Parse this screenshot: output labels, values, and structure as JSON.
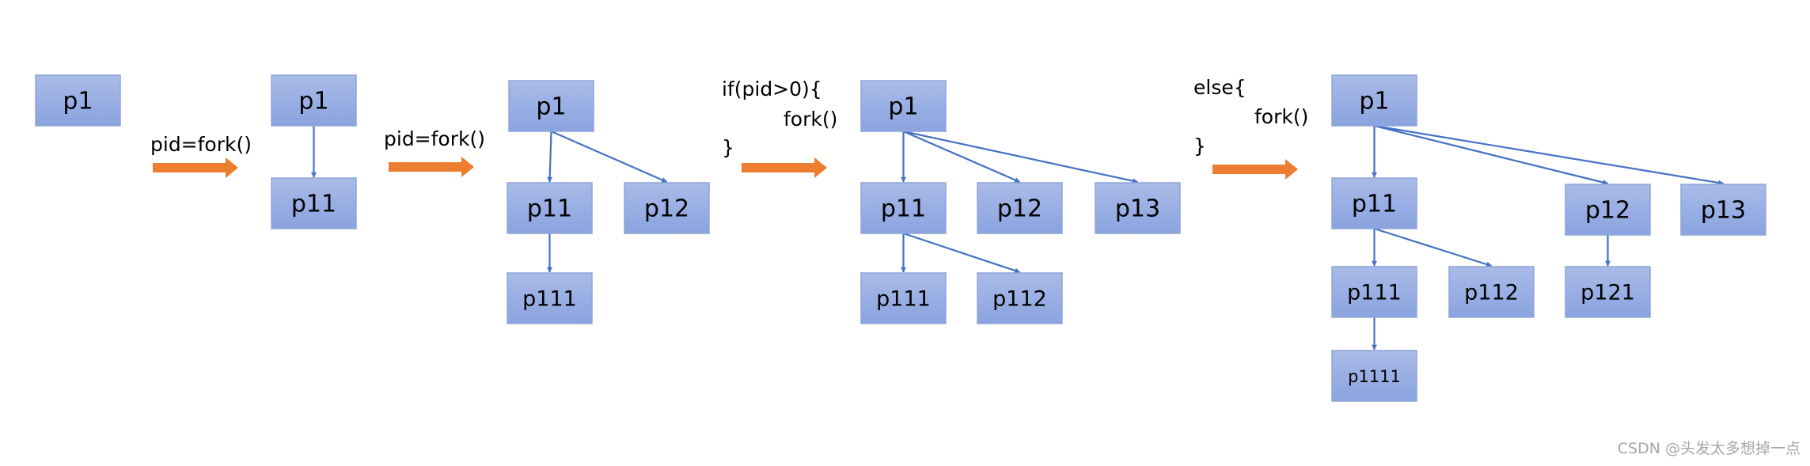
{
  "colors": {
    "box_top": "#a9bbe8",
    "box_bottom": "#8aa3df",
    "box_border": "#8fa6d8",
    "edge": "#4472c4",
    "step_arrow": "#ed7d31"
  },
  "step_labels": {
    "s1": "pid=fork()",
    "s2": "pid=fork()",
    "s3_line1": "if(pid>0){",
    "s3_line2": "fork()",
    "s3_line3": "}",
    "s4_line1": "else{",
    "s4_line2": "fork()",
    "s4_line3": "}"
  },
  "stages": [
    {
      "nodes": [
        {
          "id": "a_p1",
          "label": "p1"
        }
      ],
      "edges": []
    },
    {
      "nodes": [
        {
          "id": "b_p1",
          "label": "p1"
        },
        {
          "id": "b_p11",
          "label": "p11"
        }
      ],
      "edges": [
        [
          "b_p1",
          "b_p11"
        ]
      ]
    },
    {
      "nodes": [
        {
          "id": "c_p1",
          "label": "p1"
        },
        {
          "id": "c_p11",
          "label": "p11"
        },
        {
          "id": "c_p12",
          "label": "p12"
        },
        {
          "id": "c_p111",
          "label": "p111"
        }
      ],
      "edges": [
        [
          "c_p1",
          "c_p11"
        ],
        [
          "c_p1",
          "c_p12"
        ],
        [
          "c_p11",
          "c_p111"
        ]
      ]
    },
    {
      "nodes": [
        {
          "id": "d_p1",
          "label": "p1"
        },
        {
          "id": "d_p11",
          "label": "p11"
        },
        {
          "id": "d_p12",
          "label": "p12"
        },
        {
          "id": "d_p13",
          "label": "p13"
        },
        {
          "id": "d_p111",
          "label": "p111"
        },
        {
          "id": "d_p112",
          "label": "p112"
        }
      ],
      "edges": [
        [
          "d_p1",
          "d_p11"
        ],
        [
          "d_p1",
          "d_p12"
        ],
        [
          "d_p1",
          "d_p13"
        ],
        [
          "d_p11",
          "d_p111"
        ],
        [
          "d_p11",
          "d_p112"
        ]
      ]
    },
    {
      "nodes": [
        {
          "id": "e_p1",
          "label": "p1"
        },
        {
          "id": "e_p11",
          "label": "p11"
        },
        {
          "id": "e_p12",
          "label": "p12"
        },
        {
          "id": "e_p13",
          "label": "p13"
        },
        {
          "id": "e_p111",
          "label": "p111"
        },
        {
          "id": "e_p112",
          "label": "p112"
        },
        {
          "id": "e_p121",
          "label": "p121"
        },
        {
          "id": "e_p1111",
          "label": "p1111"
        }
      ],
      "edges": [
        [
          "e_p1",
          "e_p11"
        ],
        [
          "e_p1",
          "e_p12"
        ],
        [
          "e_p1",
          "e_p13"
        ],
        [
          "e_p11",
          "e_p111"
        ],
        [
          "e_p11",
          "e_p112"
        ],
        [
          "e_p12",
          "e_p121"
        ],
        [
          "e_p111",
          "e_p1111"
        ]
      ]
    }
  ],
  "watermark": "CSDN @头发太多想掉一点"
}
